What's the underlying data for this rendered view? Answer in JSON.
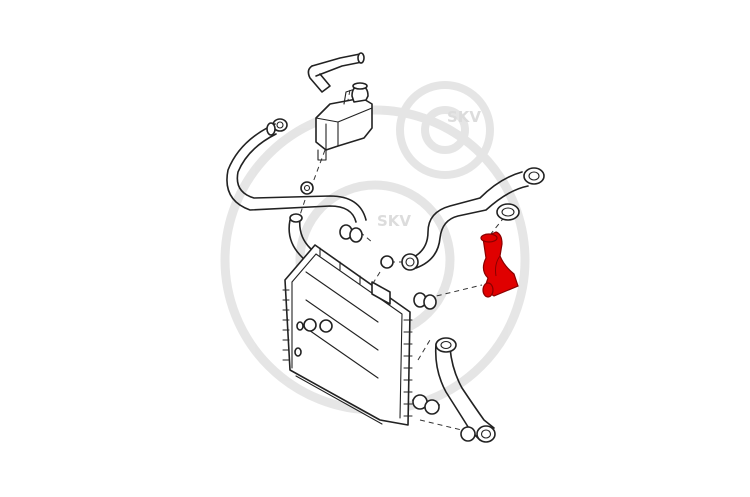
{
  "watermark": {
    "text_1": "SKV",
    "text_2": "SKV",
    "color": "#d9d9d9"
  },
  "diagram": {
    "highlight_color": "#e00000",
    "line_color": "#222222",
    "highlighted_part": "radiator-hose"
  }
}
